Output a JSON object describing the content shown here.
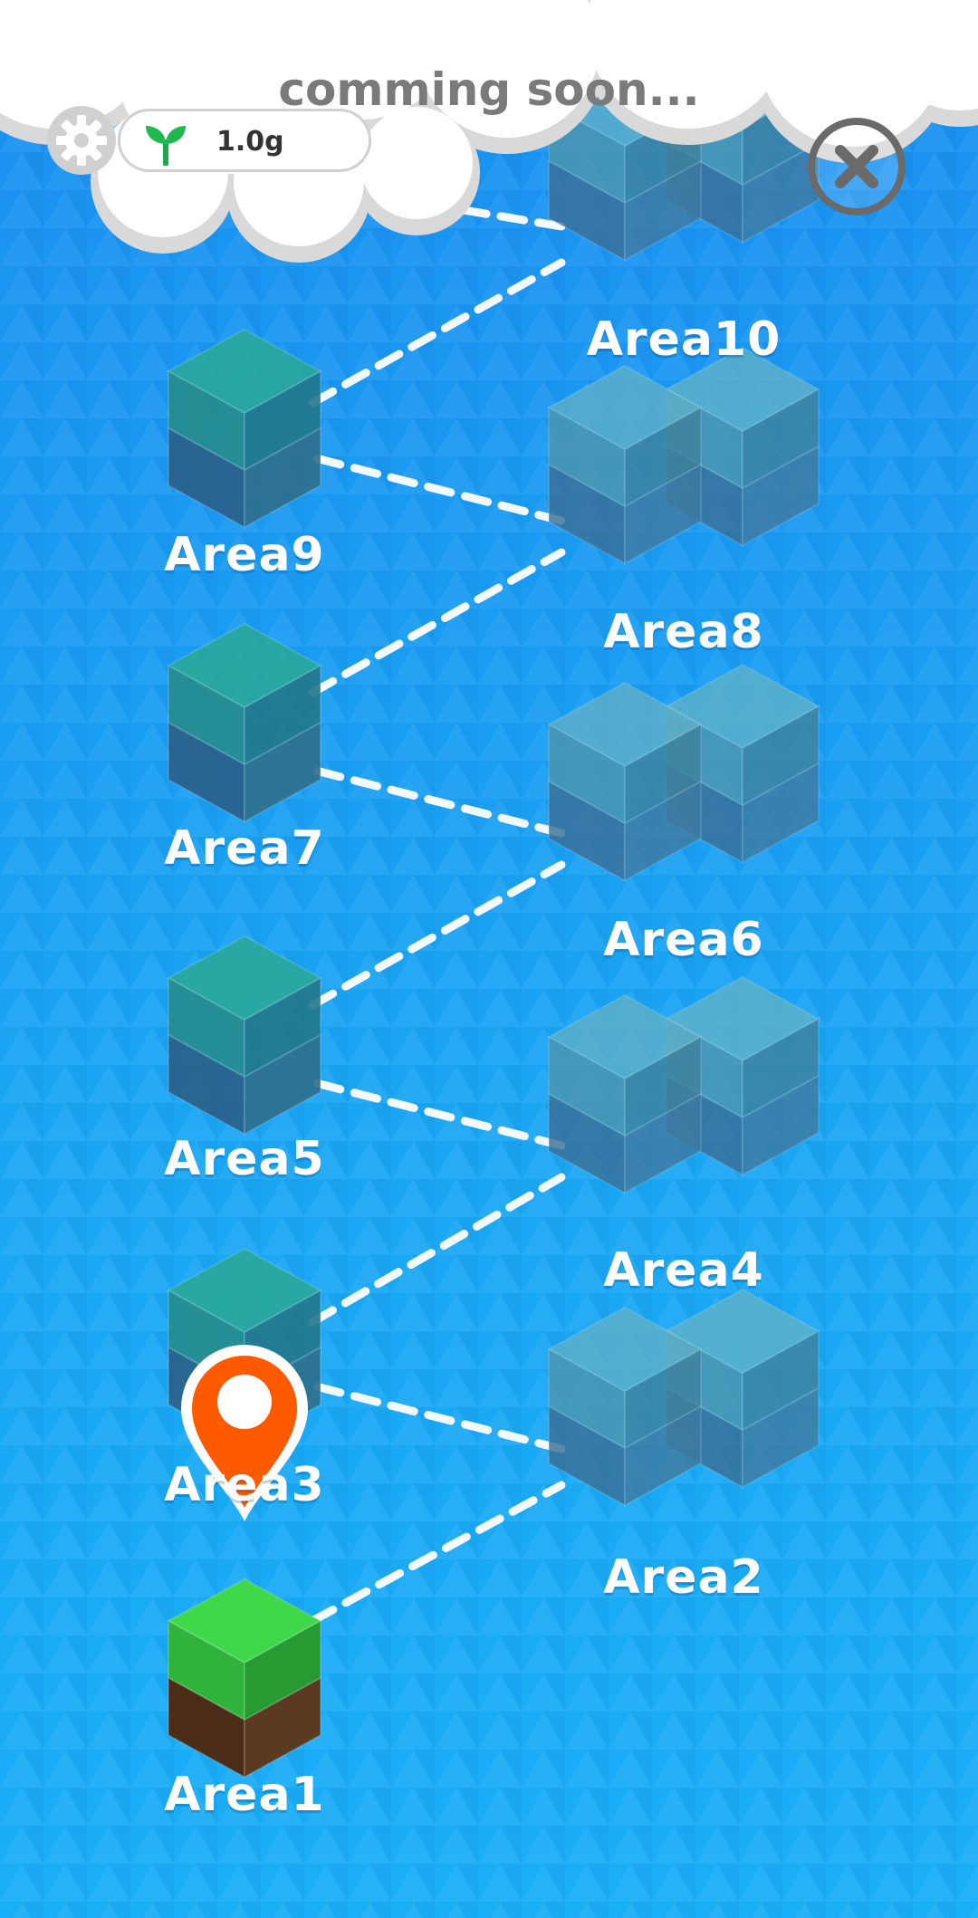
{
  "banner": {
    "text": "comming soon..."
  },
  "currency": {
    "value": "1.0g",
    "icon": "sprout-icon"
  },
  "controls": {
    "settings_icon": "gear-icon",
    "close_icon": "close-icon"
  },
  "areas": [
    {
      "id": 1,
      "label": "Area1",
      "status": "current",
      "style": "grass"
    },
    {
      "id": 2,
      "label": "Area2",
      "status": "locked",
      "style": "double"
    },
    {
      "id": 3,
      "label": "Area3",
      "status": "locked",
      "style": "single"
    },
    {
      "id": 4,
      "label": "Area4",
      "status": "locked",
      "style": "double"
    },
    {
      "id": 5,
      "label": "Area5",
      "status": "locked",
      "style": "single"
    },
    {
      "id": 6,
      "label": "Area6",
      "status": "locked",
      "style": "double"
    },
    {
      "id": 7,
      "label": "Area7",
      "status": "locked",
      "style": "single"
    },
    {
      "id": 8,
      "label": "Area8",
      "status": "locked",
      "style": "double"
    },
    {
      "id": 9,
      "label": "Area9",
      "status": "locked",
      "style": "single"
    },
    {
      "id": 10,
      "label": "Area10",
      "status": "locked",
      "style": "double"
    }
  ],
  "colors": {
    "ocean": "#1aa0f2",
    "grass_top": "#3fd84a",
    "soil": "#5b3a22",
    "locked_top": "#2fa59a",
    "locked_side": "#2f6f8c",
    "marker": "#ff5a00",
    "path_line": "#ffffff"
  }
}
